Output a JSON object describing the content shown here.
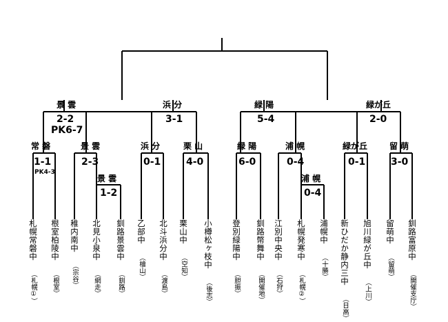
{
  "teams": [
    {
      "name": "札幌常磐中",
      "region": "（札幌①）"
    },
    {
      "name": "根室柏陵中",
      "region": "（根室）"
    },
    {
      "name": "稚内南中",
      "region": "（宗谷）"
    },
    {
      "name": "北見小泉中",
      "region": "（網走）"
    },
    {
      "name": "釧路景雲中",
      "region": "（釧路）"
    },
    {
      "name": "乙部中",
      "region": "（檜山）"
    },
    {
      "name": "北斗浜分中",
      "region": "（渡島）"
    },
    {
      "name": "栗山中",
      "region": "（空知）"
    },
    {
      "name": "小樽松ヶ枝中",
      "region": "（後志）"
    },
    {
      "name": "登別緑陽中",
      "region": "（胆振）"
    },
    {
      "name": "釧路幣舞中",
      "region": "（開催地）"
    },
    {
      "name": "江別中央中",
      "region": "（石狩）"
    },
    {
      "name": "札幌発寒中",
      "region": "（札幌②）"
    },
    {
      "name": "浦幌中",
      "region": "（十勝）"
    },
    {
      "name": "新ひだか静内三中",
      "region": "（日高）"
    },
    {
      "name": "旭川緑が丘中",
      "region": "（上川）"
    },
    {
      "name": "留萌中",
      "region": "（留萌）"
    },
    {
      "name": "釧路富原中",
      "region": "（開催支庁）"
    }
  ],
  "matches": {
    "r1_kumo": {
      "winner": "景 雲",
      "score": "1-2"
    },
    "r1_urahoro": {
      "winner": "浦 幌",
      "score": "0-4"
    },
    "r2_tokiwa": {
      "winner": "常 磐",
      "score": "1-1",
      "pk": "PK4-3"
    },
    "r2_kumo": {
      "winner": "景 雲",
      "score": "2-3"
    },
    "r2_hamawake": {
      "winner": "浜 分",
      "score": "0-1"
    },
    "r2_kuriyama": {
      "winner": "栗 山",
      "score": "4-0"
    },
    "r2_ryokuyo": {
      "winner": "緑 陽",
      "score": "6-0"
    },
    "r2_urahoro": {
      "winner": "浦 幌",
      "score": "0-4"
    },
    "r2_midorigaoka": {
      "winner": "緑が丘",
      "score": "0-1"
    },
    "r2_rumoi": {
      "winner": "留 萌",
      "score": "3-0"
    },
    "qf_kumo": {
      "winner": "景 雲",
      "score": "2-2",
      "pk": "PK6-7"
    },
    "qf_hamawake": {
      "winner": "浜 分",
      "score": "3-1"
    },
    "qf_ryokuyo": {
      "winner": "緑 陽",
      "score": "5-4"
    },
    "qf_midorigaoka": {
      "winner": "緑が丘",
      "score": "2-0"
    }
  }
}
